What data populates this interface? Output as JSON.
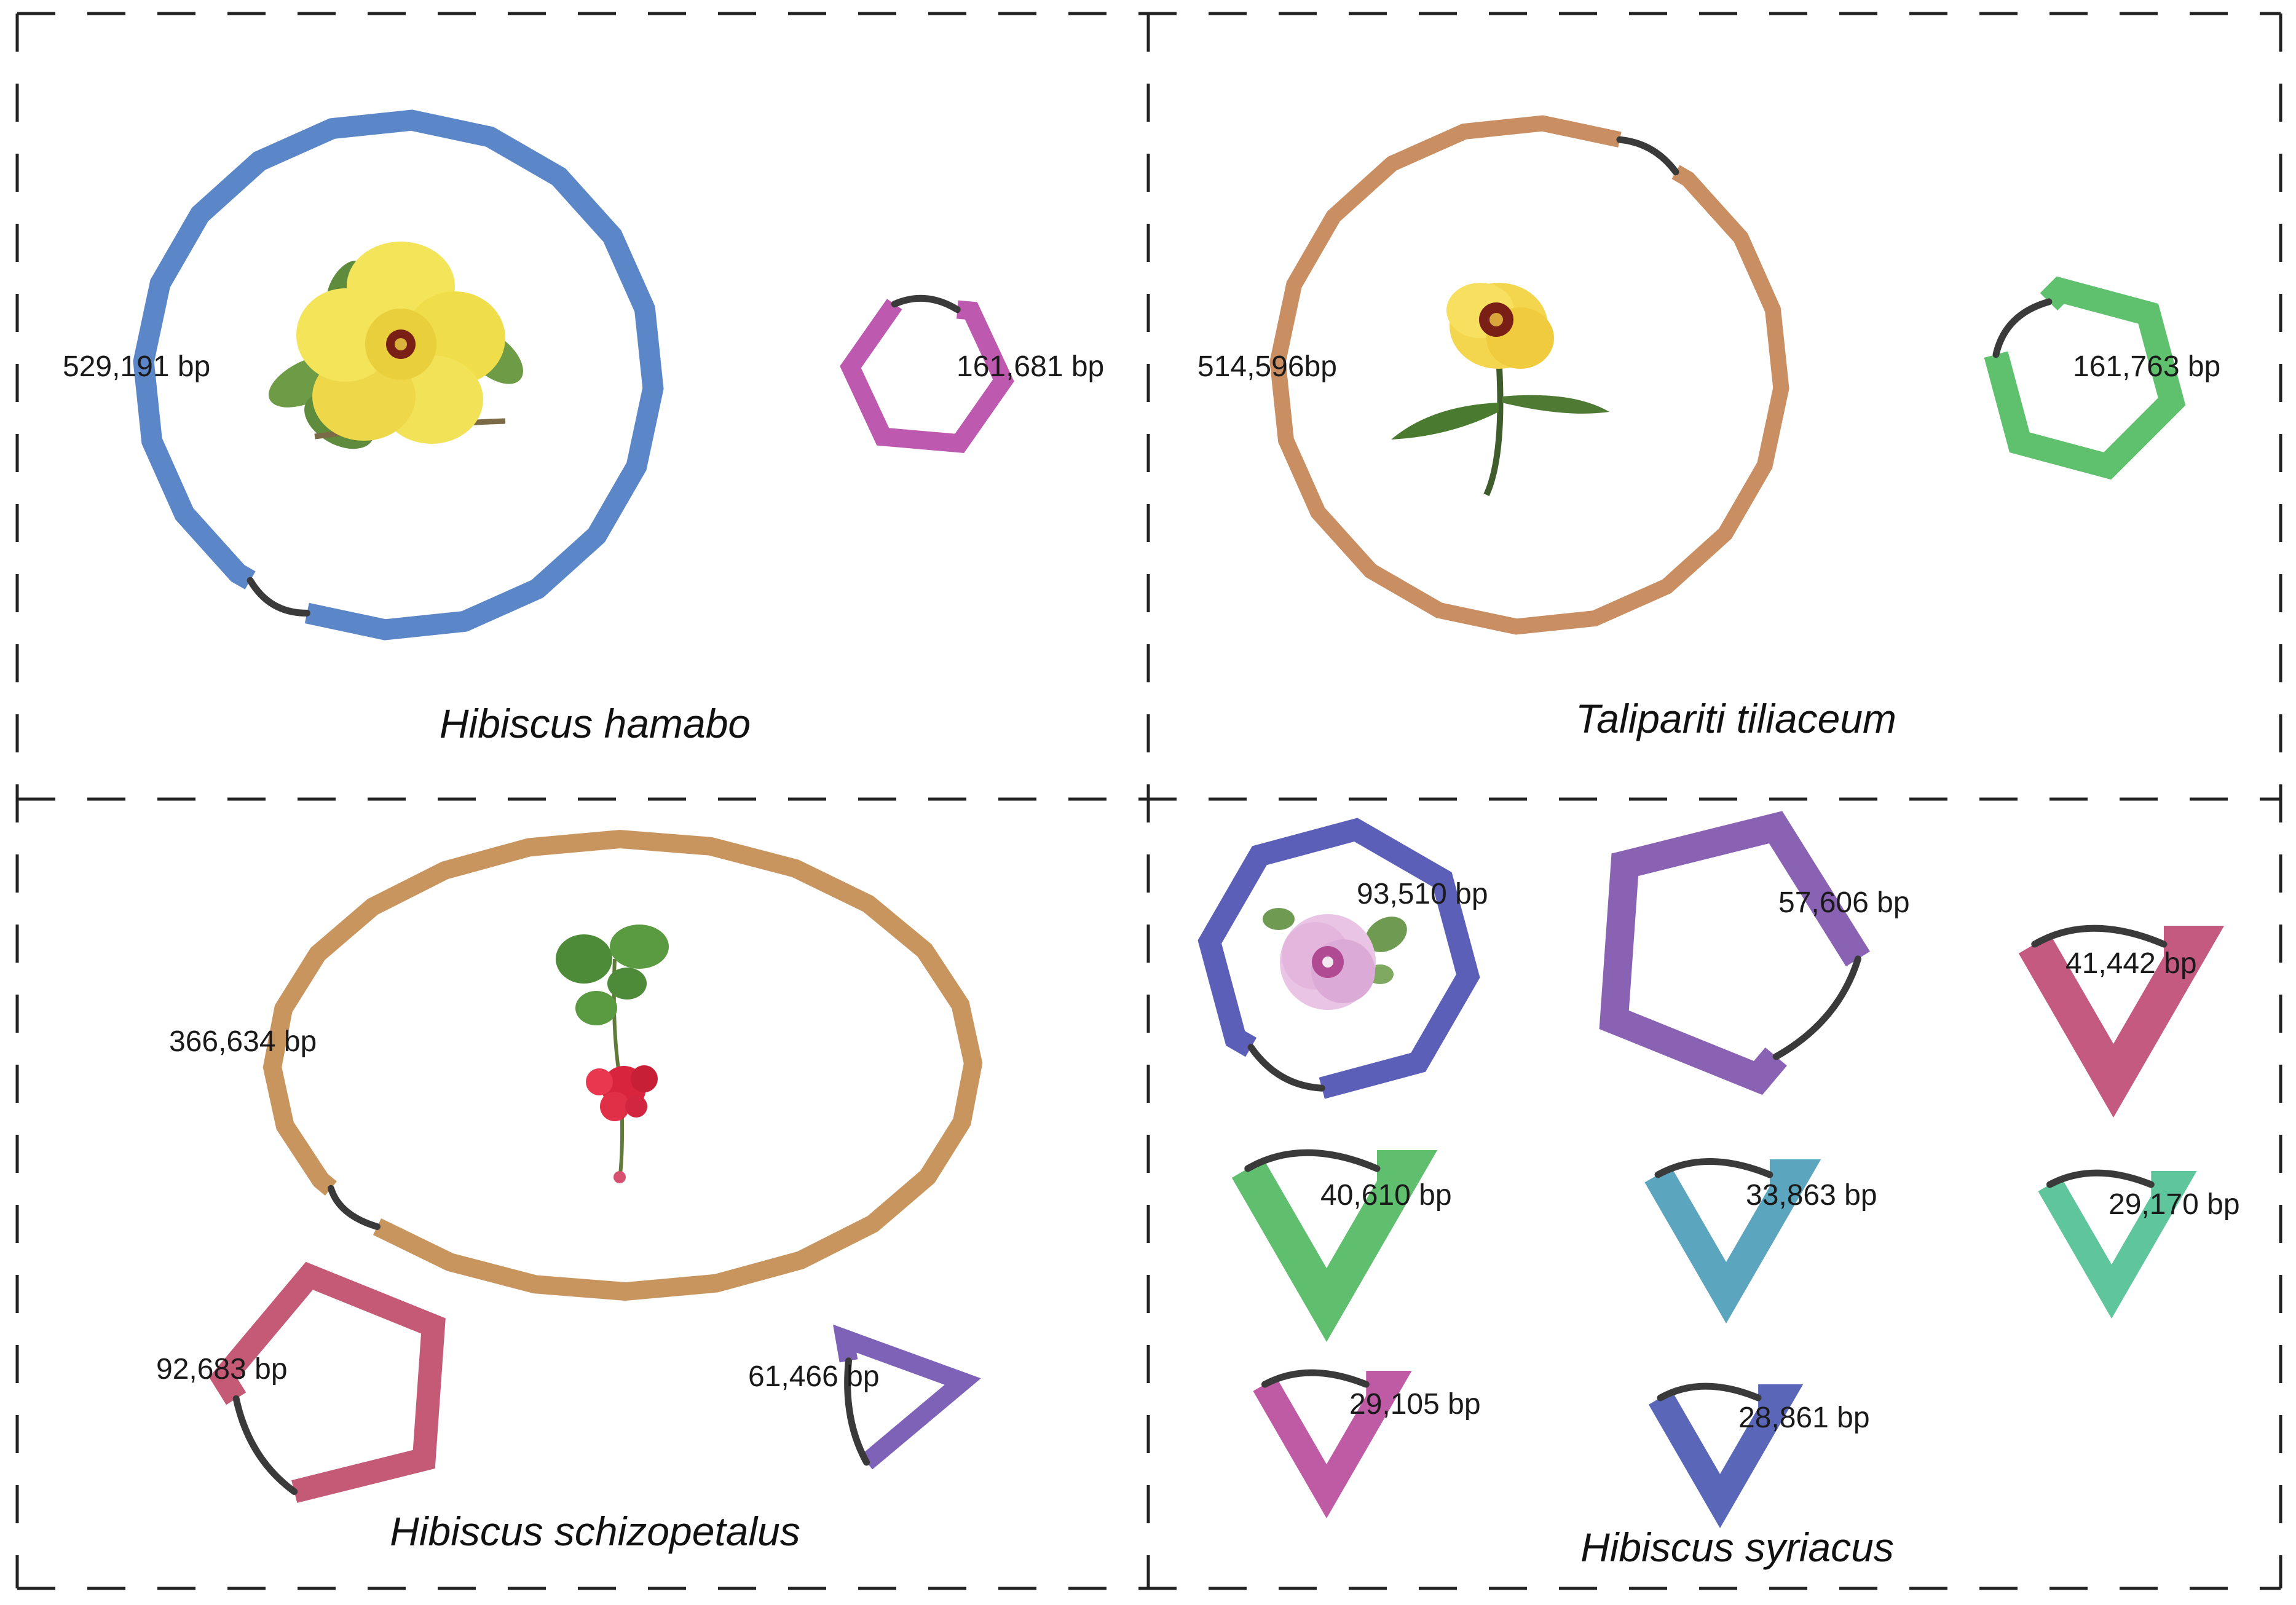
{
  "figure": {
    "panels": [
      {
        "id": "hamabo",
        "species": "Hibiscus hamabo",
        "chromosomes": [
          {
            "size_label": "529,191 bp",
            "color": "#5b87c9"
          },
          {
            "size_label": "161,681 bp",
            "color": "#bd5aaf"
          }
        ],
        "flower_icon": "yellow-hibiscus-flower-icon"
      },
      {
        "id": "tiliaceum",
        "species": "Talipariti tiliaceum",
        "chromosomes": [
          {
            "size_label": "514,596bp",
            "color": "#c98e62"
          },
          {
            "size_label": "161,763 bp",
            "color": "#5fc06e"
          }
        ],
        "flower_icon": "yellow-flower-with-stem-icon"
      },
      {
        "id": "schizopetalus",
        "species": "Hibiscus schizopetalus",
        "chromosomes": [
          {
            "size_label": "366,634 bp",
            "color": "#c9955f"
          },
          {
            "size_label": "92,683 bp",
            "color": "#c45a76"
          },
          {
            "size_label": "61,466 bp",
            "color": "#7d62b8"
          }
        ],
        "flower_icon": "red-fringed-hibiscus-icon"
      },
      {
        "id": "syriacus",
        "species": "Hibiscus syriacus",
        "chromosomes": [
          {
            "size_label": "93,510 bp",
            "color": "#5c5fb8"
          },
          {
            "size_label": "57,606 bp",
            "color": "#8a62b4"
          },
          {
            "size_label": "41,442 bp",
            "color": "#c45a80"
          },
          {
            "size_label": "40,610 bp",
            "color": "#5fbf6f"
          },
          {
            "size_label": "33,863 bp",
            "color": "#5ba5bf"
          },
          {
            "size_label": "29,170 bp",
            "color": "#5fc59c"
          },
          {
            "size_label": "29,105 bp",
            "color": "#bf5aa5"
          },
          {
            "size_label": "28,861 bp",
            "color": "#5a67b8"
          }
        ],
        "flower_icon": "pink-hibiscus-flower-icon"
      }
    ],
    "link_color": "#3a3a3a"
  }
}
